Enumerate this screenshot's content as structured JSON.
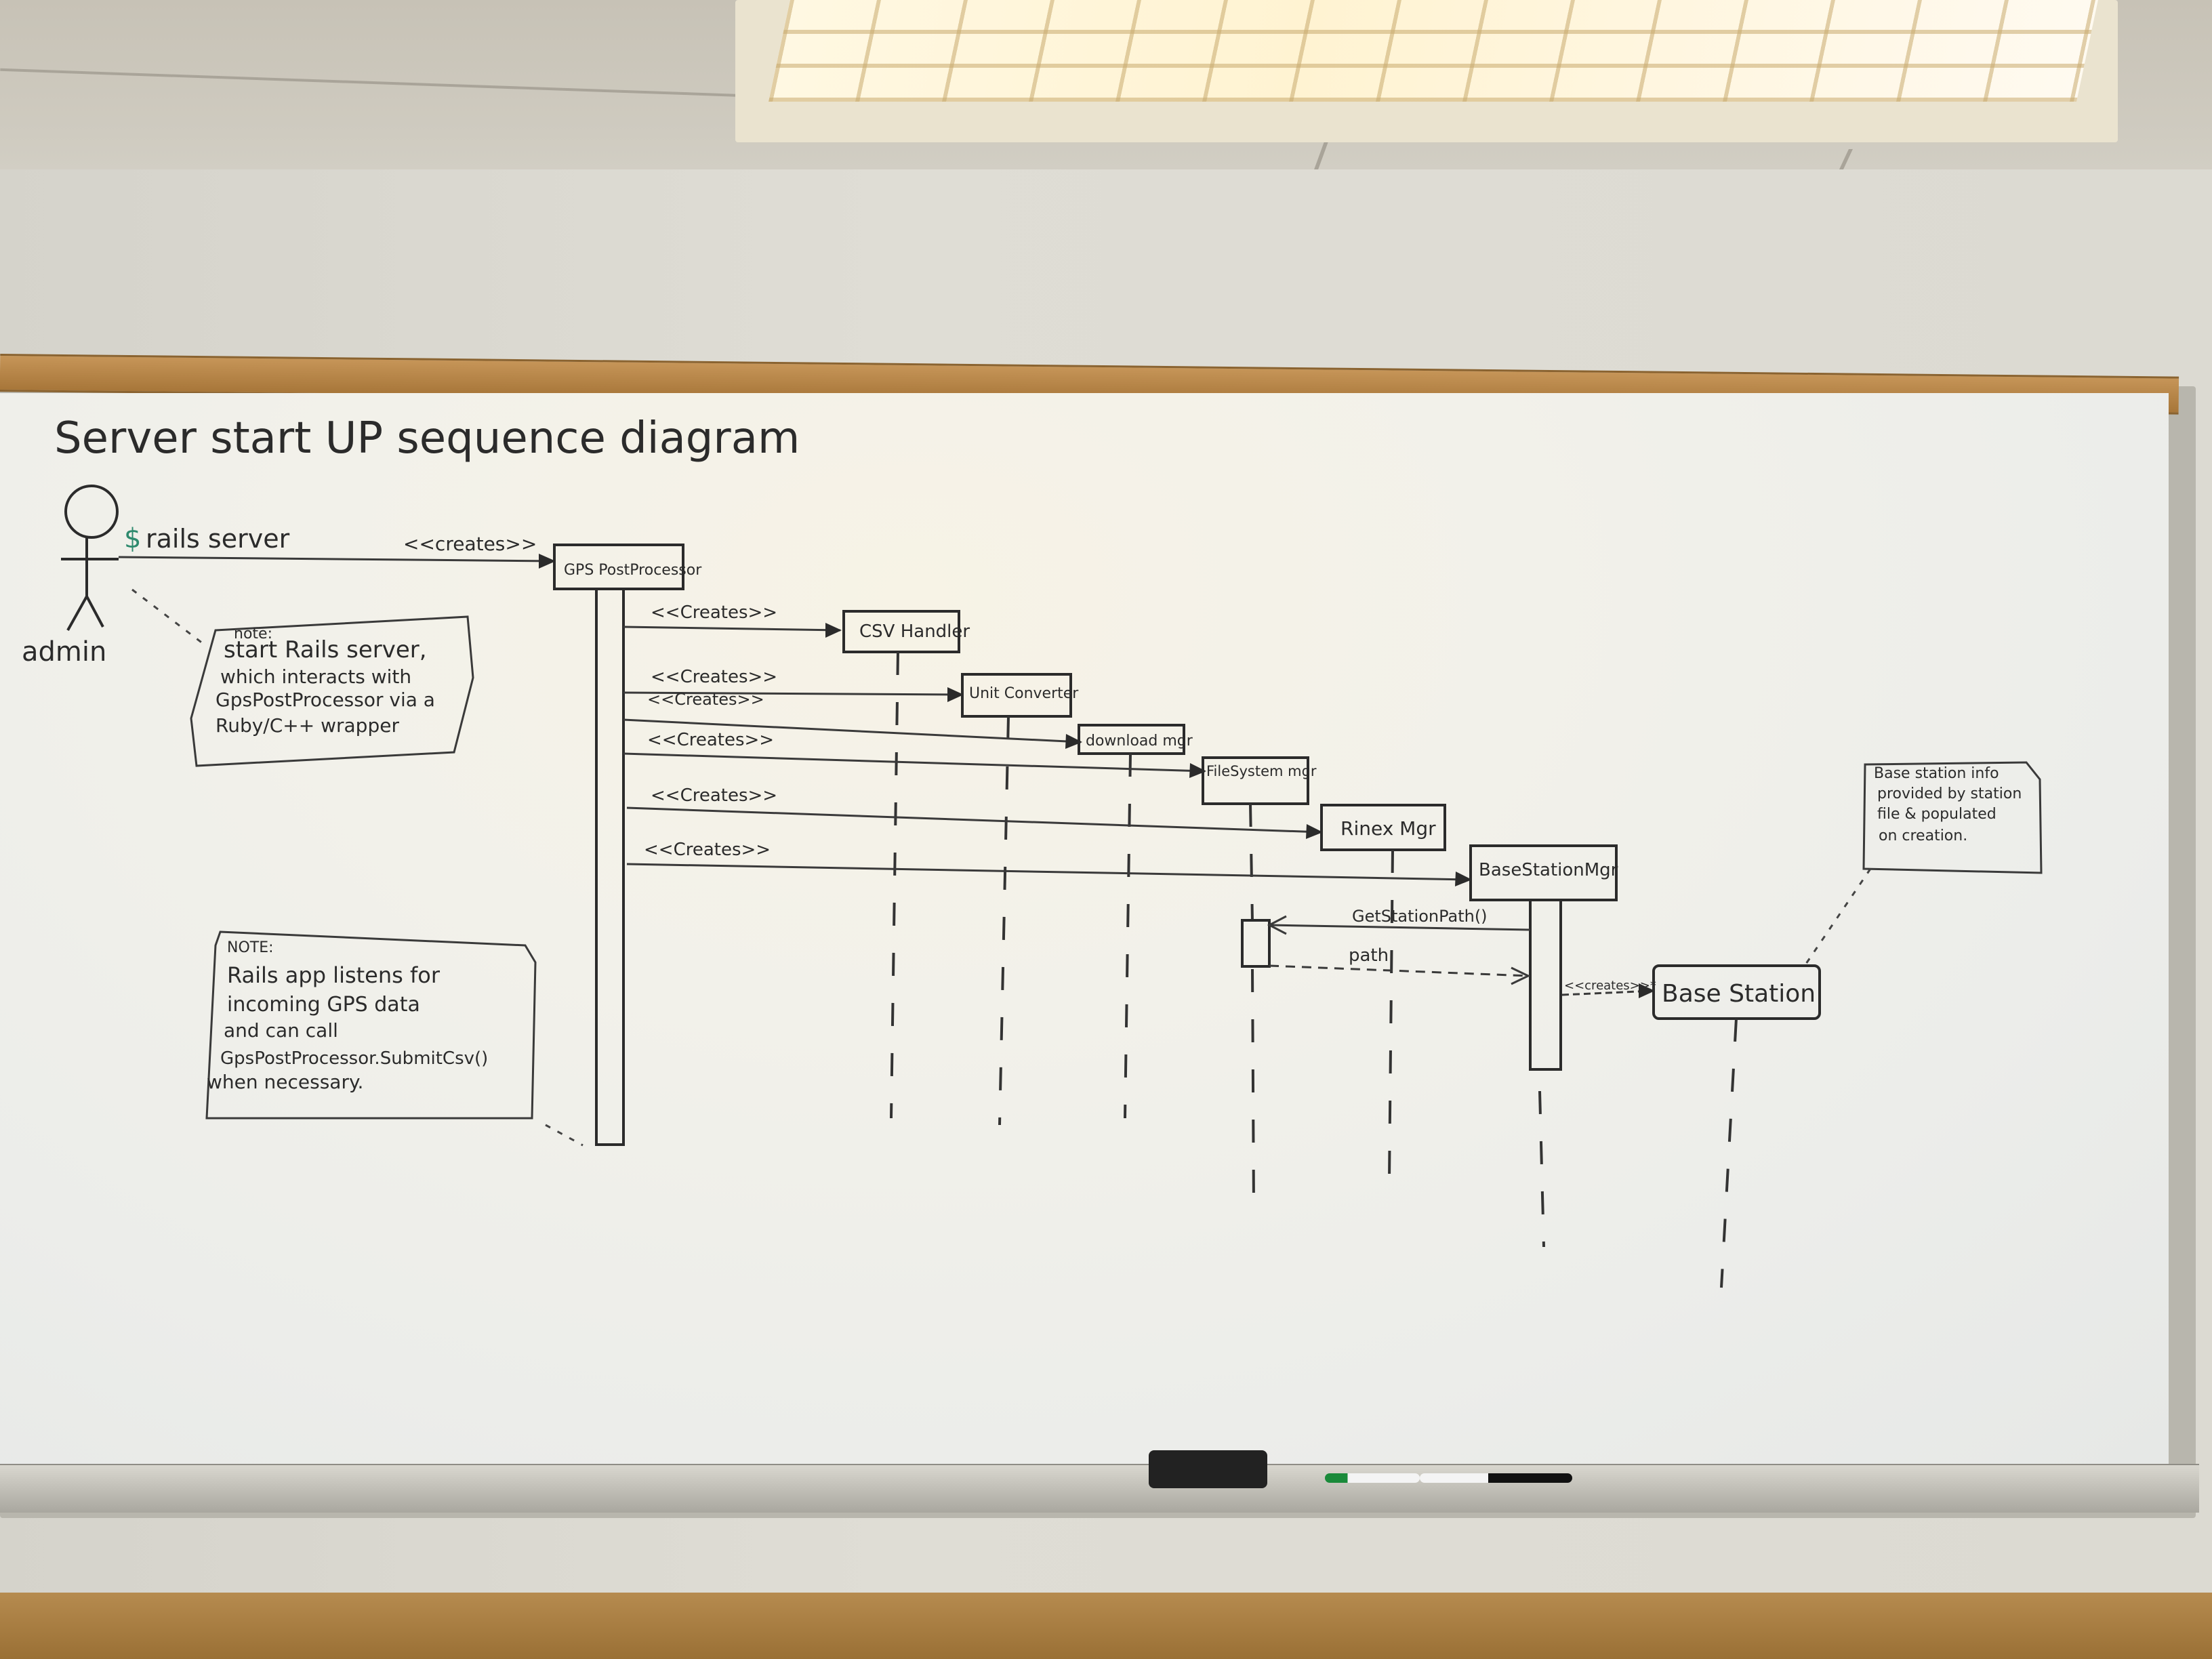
{
  "title": "Server start UP sequence diagram",
  "actor": {
    "label": "admin",
    "prompt_symbol": "$",
    "command": "rails server"
  },
  "stereotype_creates": "<<creates>>",
  "stereotype_creates_alt": "<<Creates>>",
  "stereotype_creates_star": "<<creates>>*",
  "notes": {
    "start": [
      "note:",
      "start Rails server,",
      "which interacts with",
      "GpsPostProcessor via a",
      "Ruby/C++ wrapper"
    ],
    "rails": [
      "NOTE:",
      "Rails app listens for",
      "incoming GPS data",
      "and can call",
      "GpsPostProcessor.SubmitCsv()",
      "when necessary."
    ],
    "base_station": [
      "Base station info",
      "provided by station",
      "file & populated",
      "on creation."
    ]
  },
  "objects": {
    "gps": "GPS PostProcessor",
    "csv": "CSV Handler",
    "unit": "Unit Converter",
    "download": "download mgr",
    "filesystem": "FileSystem mgr",
    "rinex": "Rinex Mgr",
    "basemgr": "BaseStationMgr",
    "base": "Base Station"
  },
  "messages": {
    "get_path": "GetStationPath()",
    "path": "path"
  },
  "colors": {
    "ink": "#2b2b2b",
    "green_ink": "#2e8a6e",
    "green_marker": "#1a8a3a",
    "black_marker": "#111111"
  }
}
